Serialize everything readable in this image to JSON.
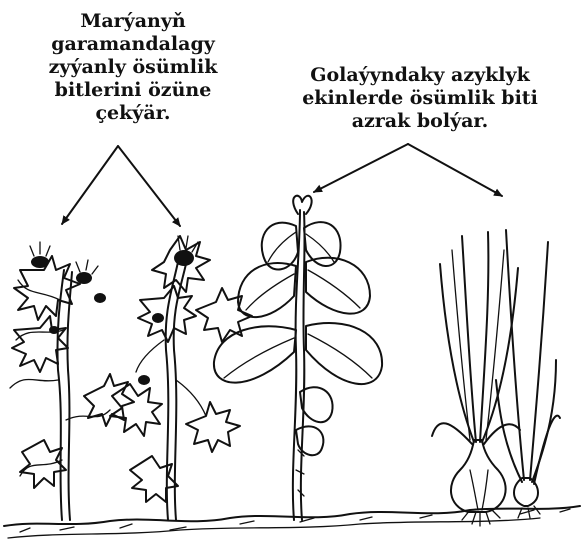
{
  "captions": {
    "left": [
      "Marýanyň",
      "garamandalagy",
      "zyýanly ösümlik",
      "bitlerini özüne",
      "çekýär."
    ],
    "right": [
      "Golaýyndaky azyklyk",
      "ekinlerde ösümlik biti",
      "azrak bolýar."
    ]
  },
  "colors": {
    "ink": "#111111",
    "background": "#ffffff"
  }
}
